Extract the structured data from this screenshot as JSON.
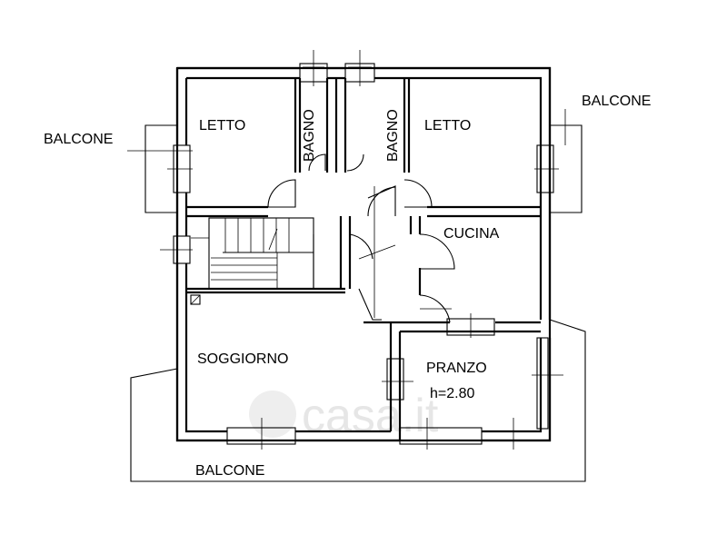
{
  "rooms": {
    "letto_left": "LETTO",
    "bagno_left": "BAGNO",
    "bagno_right": "BAGNO",
    "letto_right": "LETTO",
    "cucina": "CUCINA",
    "soggiorno": "SOGGIORNO",
    "pranzo": "PRANZO",
    "height": "h=2.80"
  },
  "balconies": {
    "left": "BALCONE",
    "right": "BALCONE",
    "bottom": "BALCONE"
  },
  "watermark": "casa.it"
}
